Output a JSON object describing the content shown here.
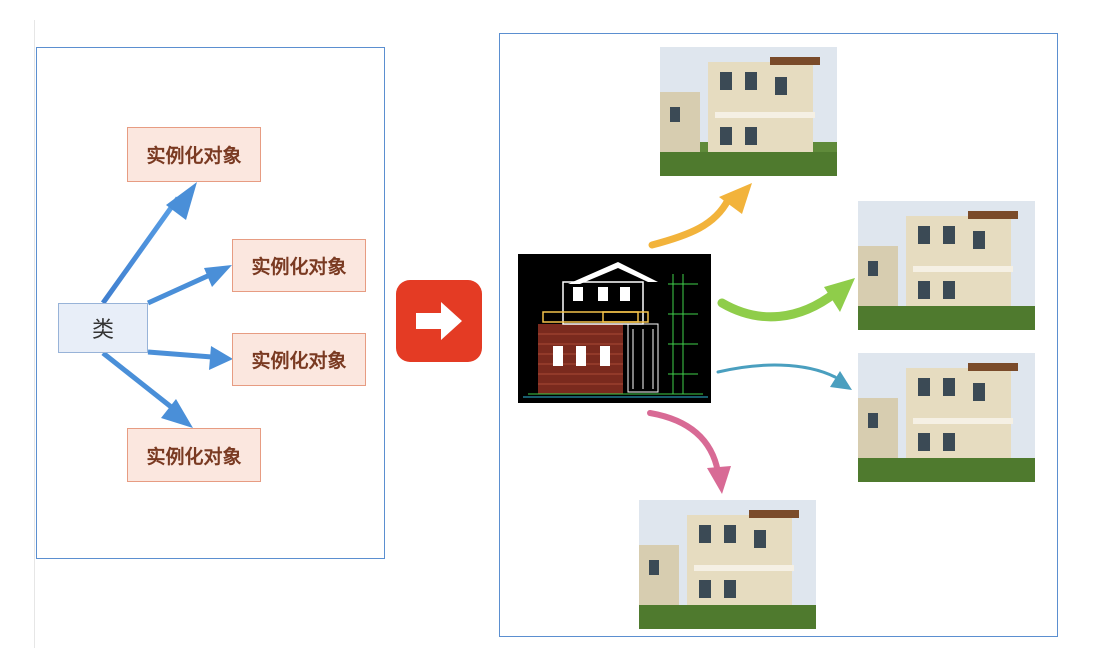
{
  "left_diagram": {
    "class_label": "类",
    "objects": [
      "实例化对象",
      "实例化对象",
      "实例化对象",
      "实例化对象"
    ],
    "arrow_color": "#4a8fd8"
  },
  "transition_arrow": {
    "color": "#e43b24",
    "icon": "right-arrow-icon"
  },
  "right_diagram": {
    "blueprint": {
      "icon": "blueprint-drawing"
    },
    "houses": [
      {
        "icon": "house-photo",
        "arrow_color": "#f2b33b"
      },
      {
        "icon": "house-photo",
        "arrow_color": "#8fcd4a"
      },
      {
        "icon": "house-photo",
        "arrow_color": "#4a9fbf"
      },
      {
        "icon": "house-photo",
        "arrow_color": "#d86a95"
      }
    ]
  }
}
